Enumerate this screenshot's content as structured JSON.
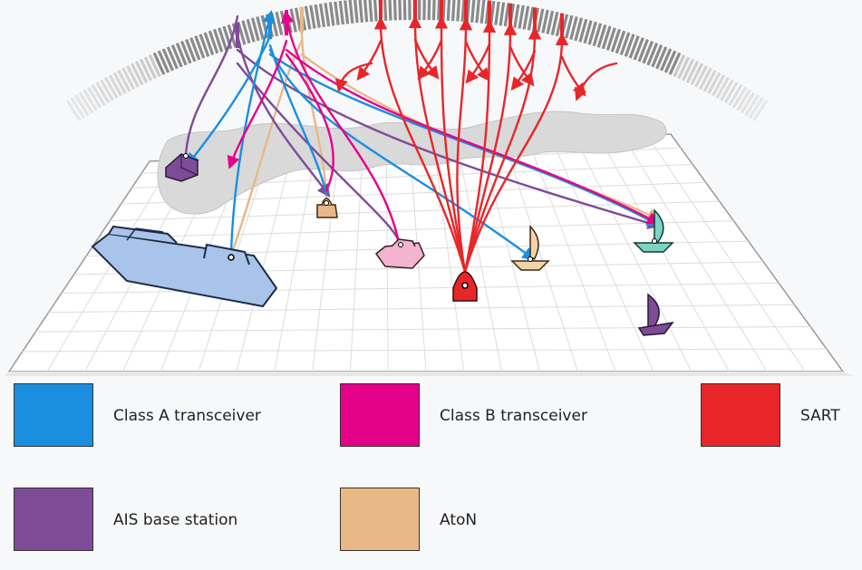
{
  "legend": [
    {
      "id": "class-a",
      "label": "Class A transceiver",
      "color": "#1a8fe0"
    },
    {
      "id": "class-b",
      "label": "Class B transceiver",
      "color": "#e5008a"
    },
    {
      "id": "sart",
      "label": "SART",
      "color": "#e8262a"
    },
    {
      "id": "ais-base",
      "label": "AIS base station",
      "color": "#7e4b98"
    },
    {
      "id": "aton",
      "label": "AtoN",
      "color": "#e8b887"
    }
  ],
  "colors": {
    "grid_surface": "#ffffff",
    "grid_line": "#d8d8d8",
    "landmass": "#d9d9d9",
    "ship_fill": "#a9c4ea",
    "satellite_slot_dark": "#8a8a8a",
    "satellite_slot_light": "#c8c8c8"
  },
  "icons": [
    "ais-base-station-icon",
    "large-ship-icon",
    "aton-buoy-icon",
    "pink-boat-icon",
    "sart-buoy-icon",
    "yacht-icon",
    "teal-yacht-icon",
    "purple-yacht-icon"
  ]
}
